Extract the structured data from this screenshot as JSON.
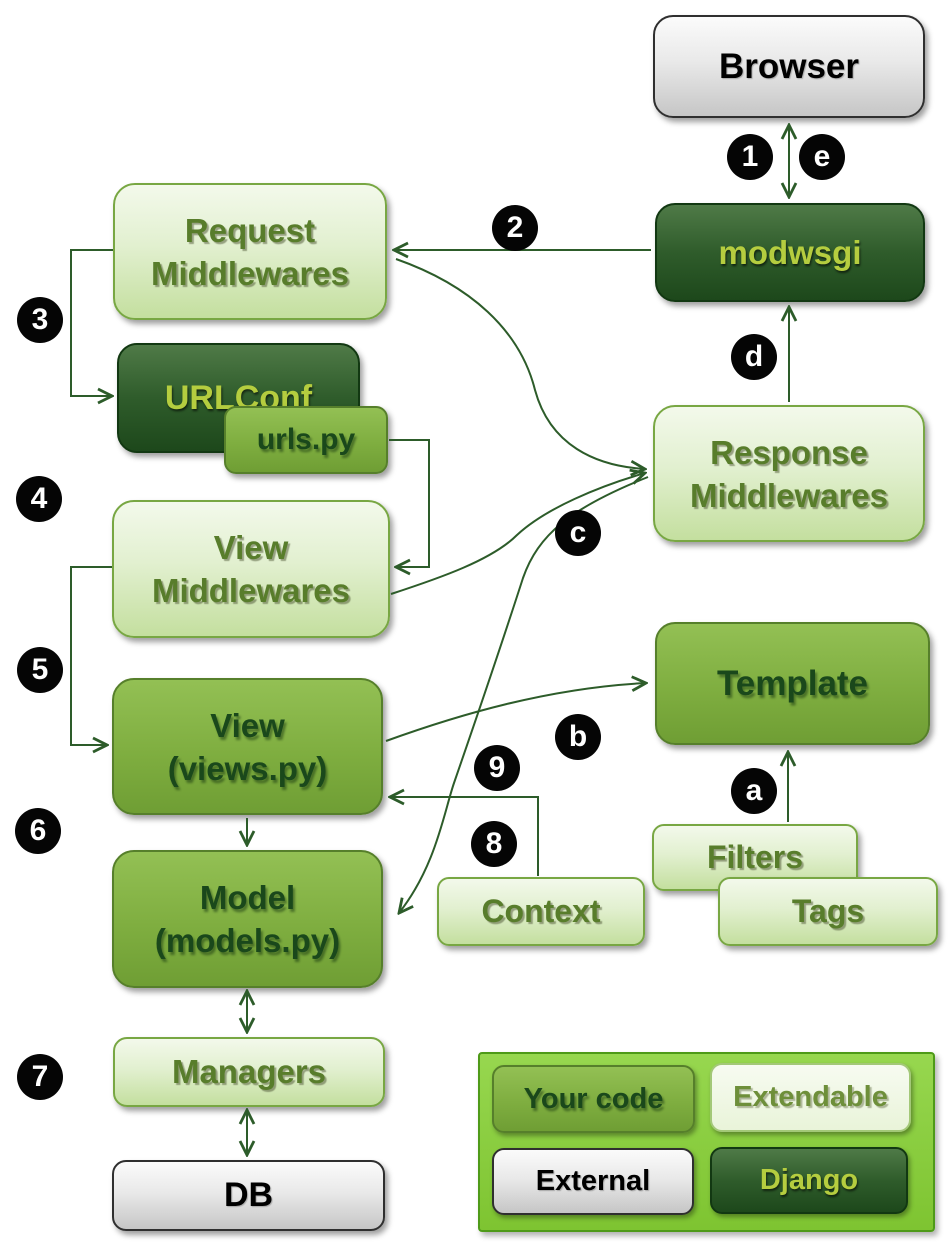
{
  "nodes": {
    "browser": {
      "label": "Browser"
    },
    "modwsgi": {
      "label": "modwsgi"
    },
    "request_middlewares": {
      "line1": "Request",
      "line2": "Middlewares"
    },
    "urlconf": {
      "label": "URLConf"
    },
    "urls_py": {
      "label": "urls.py"
    },
    "view_middlewares": {
      "line1": "View",
      "line2": "Middlewares"
    },
    "view": {
      "line1": "View",
      "line2": "(views.py)"
    },
    "model": {
      "line1": "Model",
      "line2": "(models.py)"
    },
    "managers": {
      "label": "Managers"
    },
    "db": {
      "label": "DB"
    },
    "response_middlewares": {
      "line1": "Response",
      "line2": "Middlewares"
    },
    "template": {
      "label": "Template"
    },
    "filters": {
      "label": "Filters"
    },
    "tags": {
      "label": "Tags"
    },
    "context": {
      "label": "Context"
    }
  },
  "badges": {
    "step_1": "1",
    "step_2": "2",
    "step_3": "3",
    "step_4": "4",
    "step_5": "5",
    "step_6": "6",
    "step_7": "7",
    "step_8": "8",
    "step_9": "9",
    "step_a": "a",
    "step_b": "b",
    "step_c": "c",
    "step_d": "d",
    "step_e": "e"
  },
  "legend": {
    "your_code": "Your code",
    "extendable": "Extendable",
    "external": "External",
    "django": "Django"
  },
  "edges": [
    {
      "from": "Browser",
      "to": "modwsgi",
      "bidirectional": true,
      "badges": [
        "1",
        "e"
      ]
    },
    {
      "from": "modwsgi",
      "to": "Request Middlewares",
      "badge": "2"
    },
    {
      "from": "Request Middlewares",
      "to": "URLConf",
      "badge": "3"
    },
    {
      "from": "urls.py",
      "to": "View Middlewares",
      "badge": "4"
    },
    {
      "from": "View Middlewares",
      "to": "View (views.py)",
      "badge": "5"
    },
    {
      "from": "View (views.py)",
      "to": "Model (models.py)",
      "badge": "6"
    },
    {
      "from": "Model (models.py)",
      "to": "Managers",
      "bidirectional": true,
      "badge": "7"
    },
    {
      "from": "Managers",
      "to": "DB",
      "bidirectional": true
    },
    {
      "from": "Context",
      "to": "View (views.py)",
      "badge": "8"
    },
    {
      "from": "Response Middlewares edge",
      "to": "Model (models.py)",
      "badge": "9"
    },
    {
      "from": "Filters / Tags",
      "to": "Template",
      "badge": "a"
    },
    {
      "from": "View (views.py)",
      "to": "Template",
      "badge": "b"
    },
    {
      "from": "Request Middlewares",
      "to": "Response Middlewares",
      "badge": "c"
    },
    {
      "from": "View Middlewares",
      "to": "Response Middlewares",
      "badge": "c"
    },
    {
      "from": "Response Middlewares",
      "to": "modwsgi",
      "badge": "d"
    }
  ],
  "colors": {
    "arrow": "#2d5c2a",
    "badge_background": "#050505",
    "badge_text": "#ffffff",
    "light_box_fill": "#d9ecc0",
    "mid_box_fill": "#7fae40",
    "dark_box_fill": "#2f5c2b",
    "gray_box_fill": "#e0e0e0",
    "legend_panel_fill": "#8bcf42"
  }
}
